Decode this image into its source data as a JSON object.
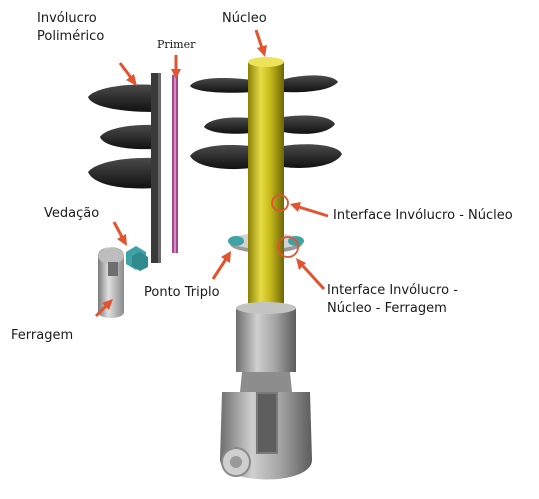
{
  "labels": {
    "involucro_line1": "Invólucro",
    "involucro_line2": "Polimérico",
    "primer": "Primer",
    "nucleo": "Núcleo",
    "vedacao": "Vedação",
    "ferragem": "Ferragem",
    "ponto_triplo": "Ponto Triplo",
    "interface_involucro_nucleo": "Interface Invólucro - Núcleo",
    "interface_inn_line1": "Interface Invólucro -",
    "interface_inn_line2": "Núcleo - Ferragem"
  },
  "colors": {
    "arrow": "#e2542f",
    "core": "#c9bd1c",
    "housing": "#2b2b2b",
    "primer": "#b0579f",
    "seal": "#3fa3a6",
    "metal": "#9a9a9a"
  }
}
